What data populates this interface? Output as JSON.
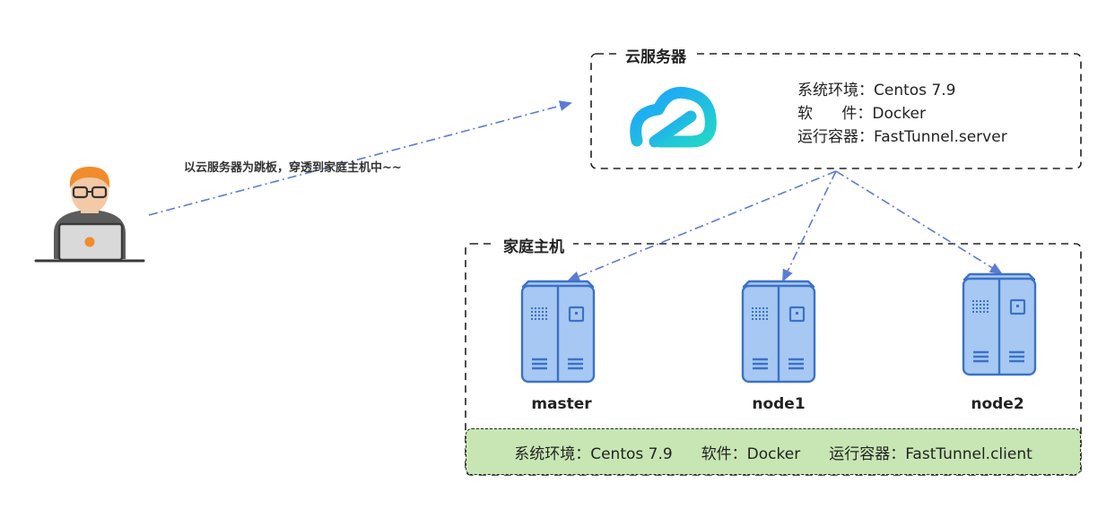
{
  "cloud_server": {
    "title": "云服务器",
    "info": [
      "系统环境：Centos 7.9",
      "软      件：Docker",
      "运行容器：FastTunnel.server"
    ]
  },
  "home_host": {
    "title": "家庭主机",
    "nodes": [
      "master",
      "node1",
      "node2"
    ],
    "env": [
      "系统环境：Centos 7.9",
      "软件：Docker",
      "运行容器：FastTunnel.client"
    ]
  },
  "caption": "以云服务器为跳板，穿透到家庭主机中~~",
  "icons": [
    "user-laptop-icon",
    "tencent-cloud-logo-icon",
    "server-icon"
  ],
  "colors": {
    "arrow": "#5b7bd5",
    "server_body": "#a7c8f2",
    "server_outline": "#3b72c7",
    "env_bar": "#c8e6b4"
  }
}
